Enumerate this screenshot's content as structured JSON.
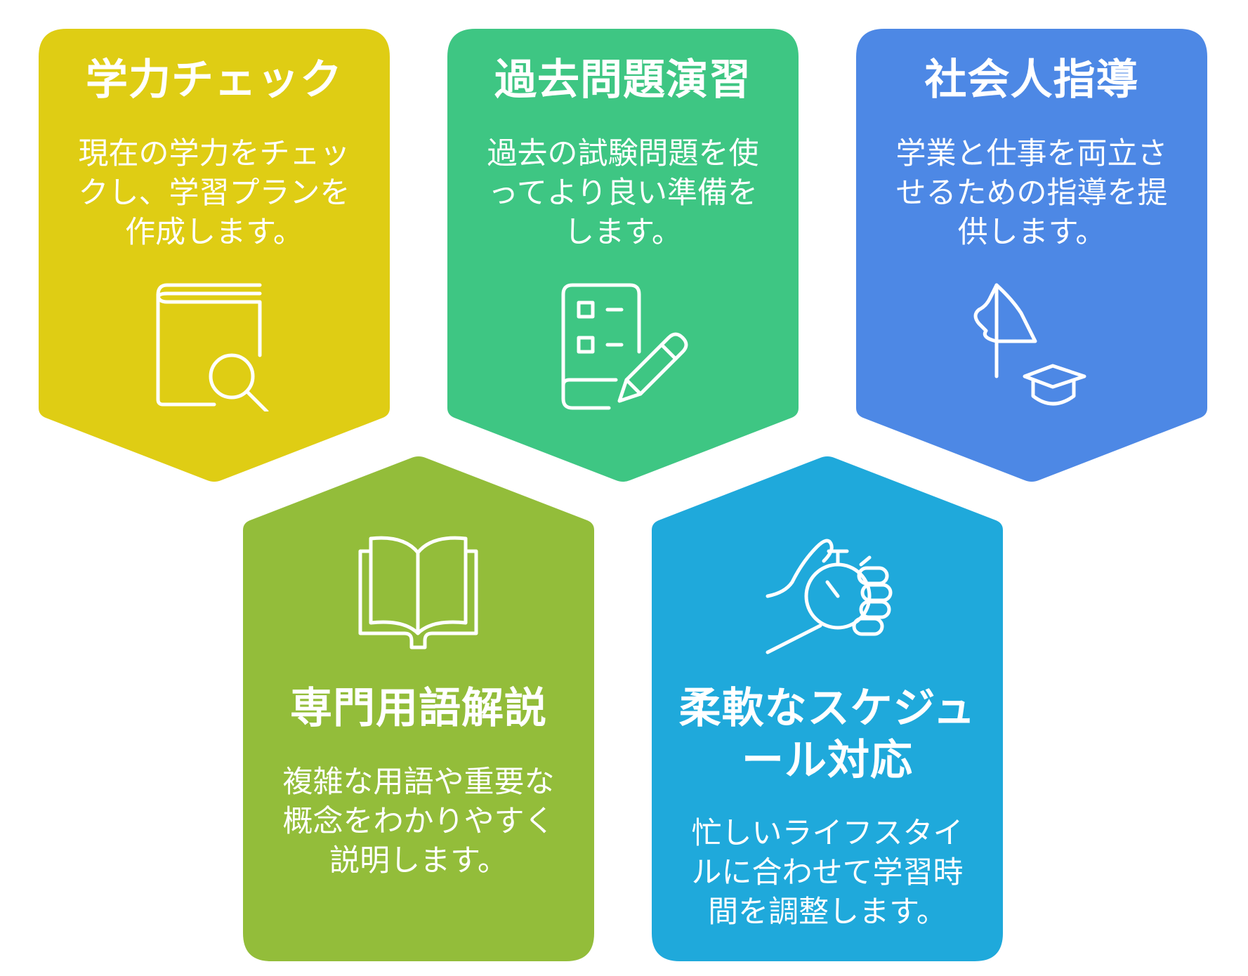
{
  "colors": {
    "card1": "#DFCD14",
    "card2": "#3EC683",
    "card3": "#4D88E5",
    "card4": "#93BD3A",
    "card5": "#1FA9DB",
    "text": "#FFFFFF"
  },
  "cards": [
    {
      "title": "学力チェック",
      "description": "現在の学力をチェックし、学習プランを作成します。",
      "icon": "book-search-icon"
    },
    {
      "title": "過去問題演習",
      "description": "過去の試験問題を使ってより良い準備をします。",
      "icon": "checklist-pencil-icon"
    },
    {
      "title": "社会人指導",
      "description": "学業と仕事を両立させるための指導を提供します。",
      "icon": "flag-graduation-cap-icon"
    },
    {
      "title": "専門用語解説",
      "description": "複雑な用語や重要な概念をわかりやすく説明します。",
      "icon": "open-book-icon"
    },
    {
      "title_line1": "柔軟なスケジュ",
      "title_line2": "ール対応",
      "description": "忙しいライフスタイルに合わせて学習時間を調整します。",
      "icon": "hand-stopwatch-icon"
    }
  ]
}
